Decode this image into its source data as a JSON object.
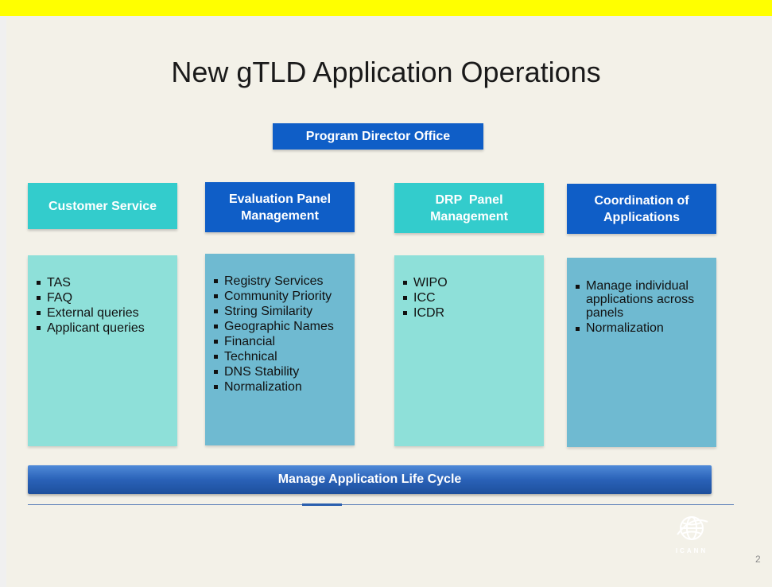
{
  "title": "New gTLD Application Operations",
  "director": "Program Director Office",
  "columns": [
    {
      "header": "Customer Service",
      "items": [
        "TAS",
        "FAQ",
        "External queries",
        "Applicant queries"
      ]
    },
    {
      "header": "Evaluation Panel Management",
      "items": [
        "Registry Services",
        "Community Priority",
        "String Similarity",
        "Geographic Names",
        "Financial",
        "Technical",
        "DNS Stability",
        "Normalization"
      ]
    },
    {
      "header": "DRP  Panel Management",
      "items": [
        "WIPO",
        "ICC",
        "ICDR"
      ]
    },
    {
      "header": "Coordination of Applications",
      "items": [
        "Manage individual applications across panels",
        "Normalization"
      ]
    }
  ],
  "lifecycle": "Manage Application Life Cycle",
  "logo_text": "ICANN",
  "page_number": "2",
  "colors": {
    "banner": "#ffff00",
    "teal": "#33cccc",
    "blue": "#0f5ec7",
    "light_panel": "#8ee0d9",
    "mid_panel": "#6fbad1"
  }
}
